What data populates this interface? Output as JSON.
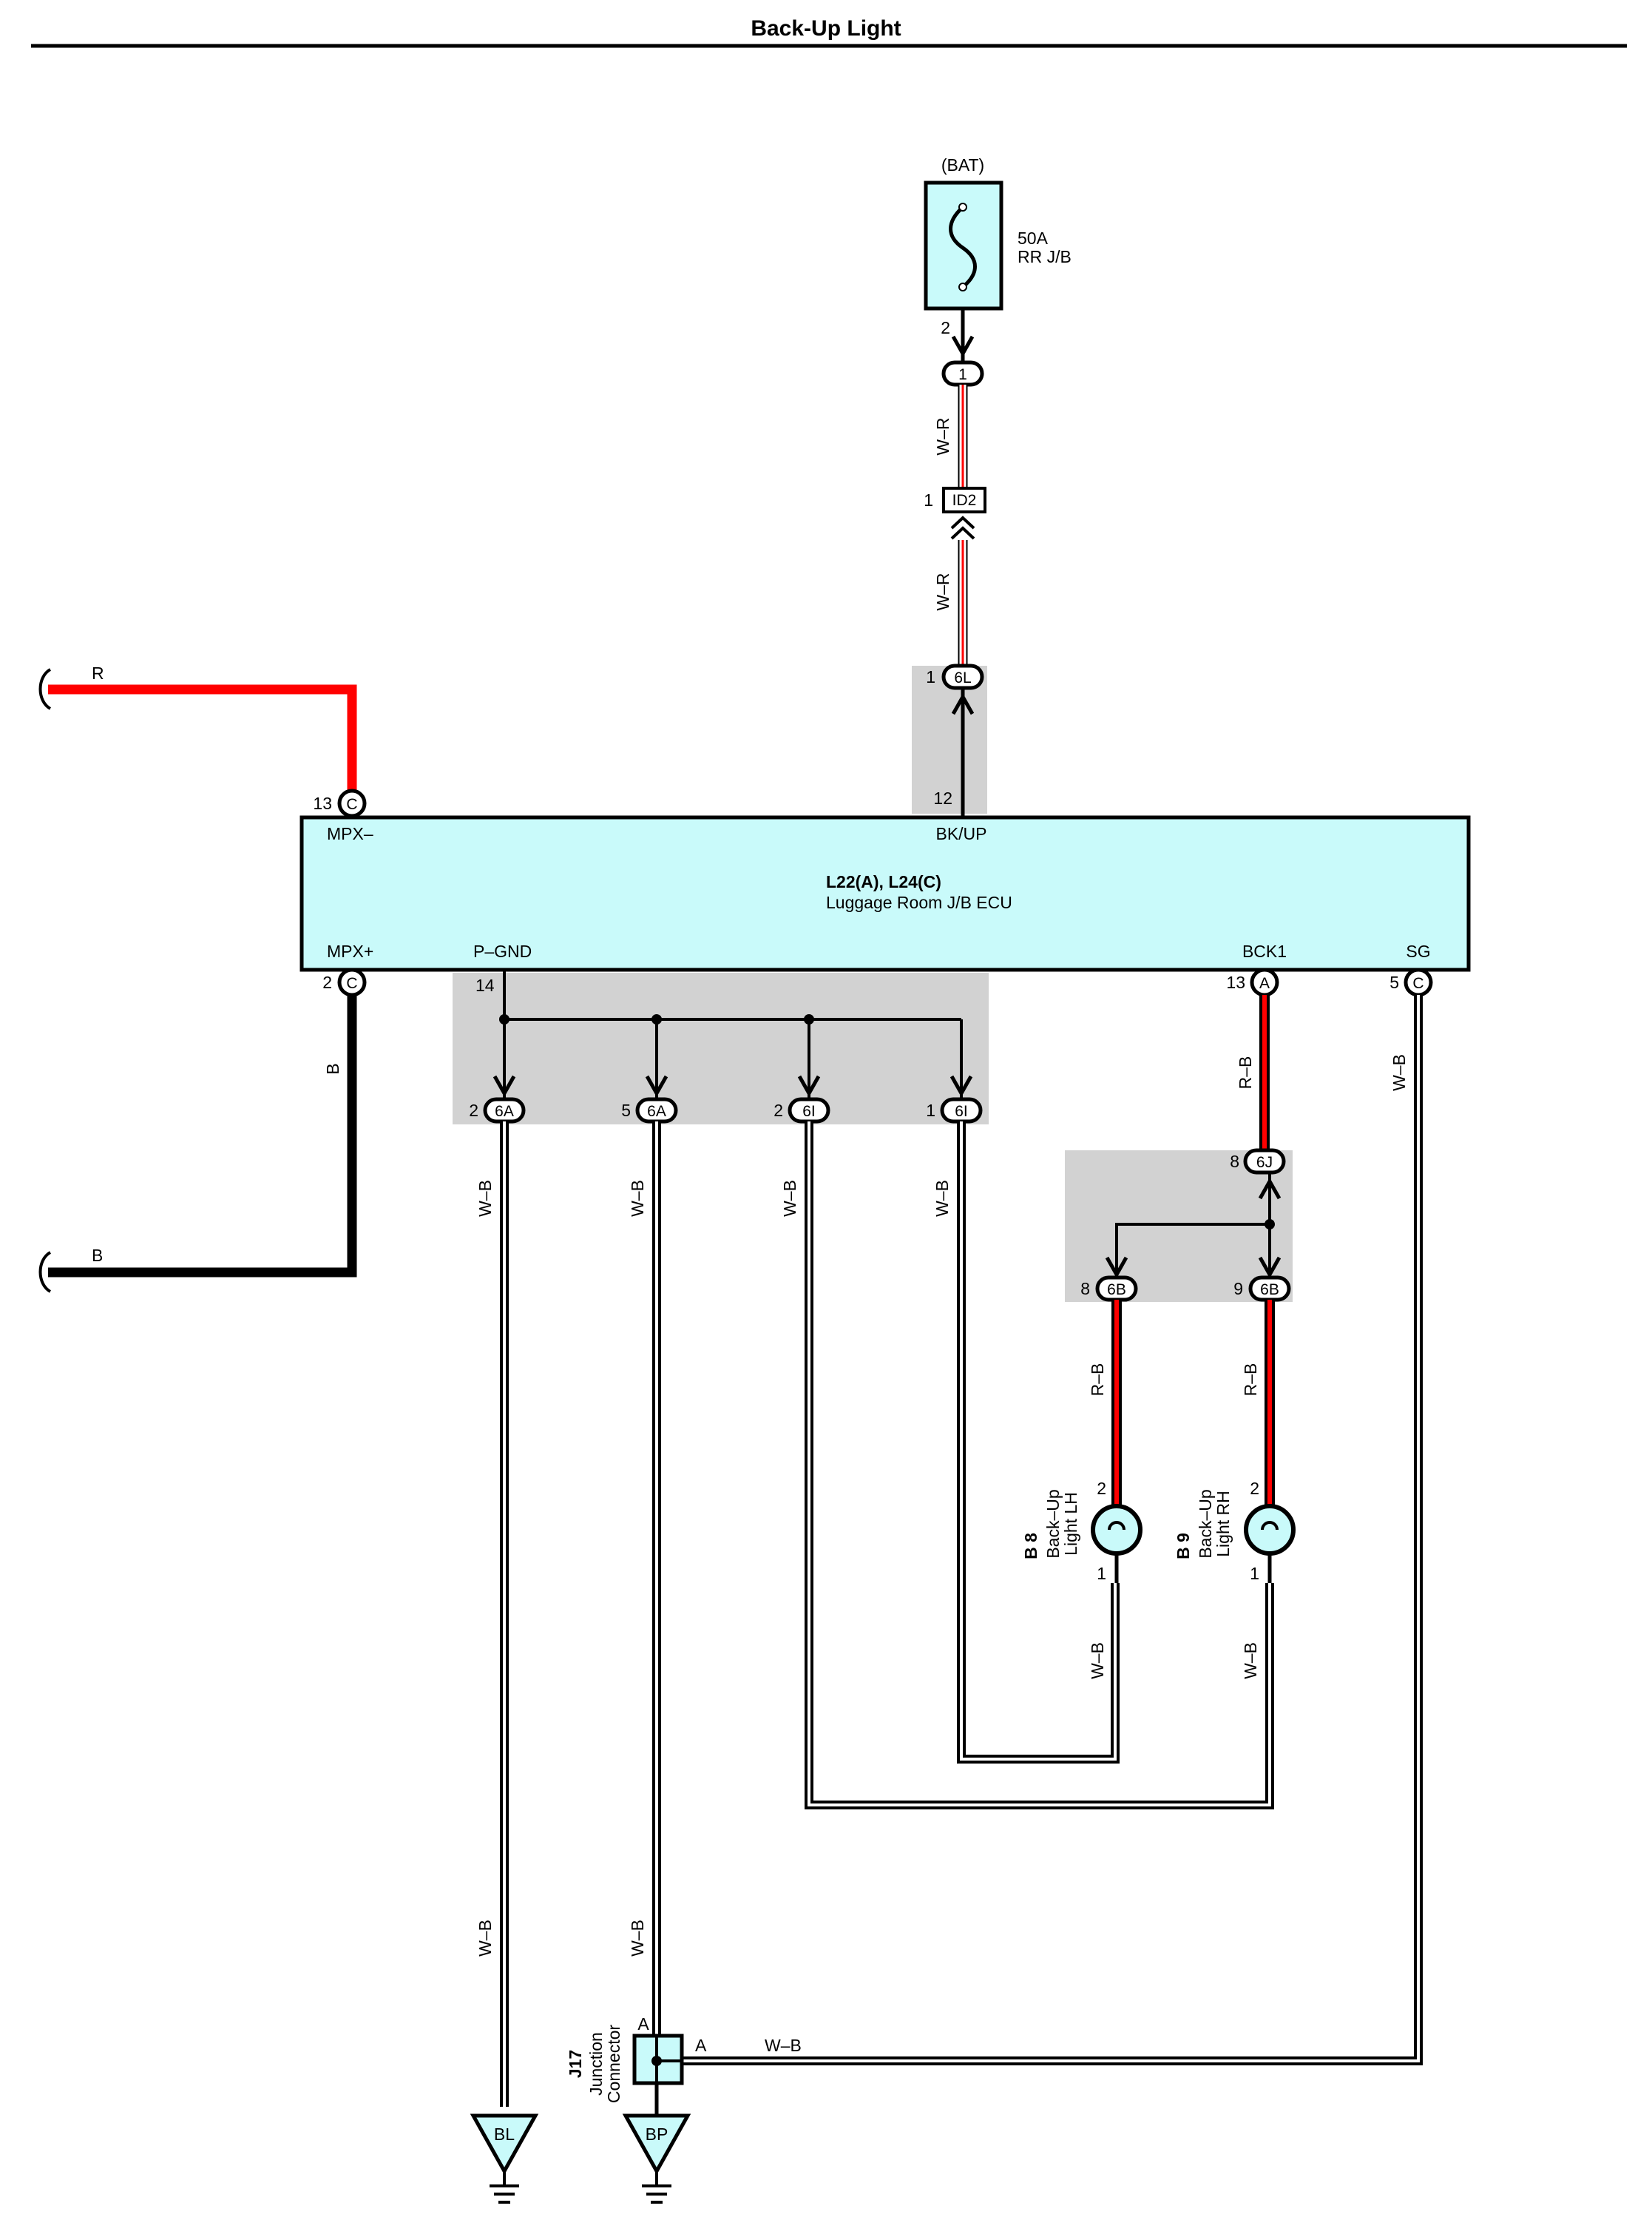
{
  "title": "Back-Up Light",
  "fuse": {
    "source": "(BAT)",
    "rating": "50A",
    "location": "RR J/B",
    "pin": "2",
    "connector": "1"
  },
  "id2": {
    "pin": "1",
    "label": "ID2"
  },
  "wires": {
    "w_r": "W–R",
    "r": "R",
    "b": "B",
    "w_b": "W–B",
    "r_b": "R–B"
  },
  "ecu": {
    "code": "L22(A), L24(C)",
    "name": "Luggage Room J/B ECU",
    "terminals": {
      "mpx_minus": "MPX–",
      "bk_up": "BK/UP",
      "mpx_plus": "MPX+",
      "p_gnd": "P–GND",
      "bck1": "BCK1",
      "sg": "SG"
    },
    "pins": {
      "mpx_minus": "13",
      "bk_up": "12",
      "mpx_plus": "2",
      "p_gnd": "14",
      "bck1": "13",
      "sg": "5"
    },
    "connector_letters": {
      "c": "C",
      "a": "A"
    }
  },
  "connectors": {
    "c6L": {
      "pin": "1",
      "label": "6L"
    },
    "c6A_1": {
      "pin": "2",
      "label": "6A"
    },
    "c6A_2": {
      "pin": "5",
      "label": "6A"
    },
    "c6I_1": {
      "pin": "2",
      "label": "6I"
    },
    "c6I_2": {
      "pin": "1",
      "label": "6I"
    },
    "c6J": {
      "pin": "8",
      "label": "6J"
    },
    "c6B_1": {
      "pin": "8",
      "label": "6B"
    },
    "c6B_2": {
      "pin": "9",
      "label": "6B"
    }
  },
  "lights": {
    "b8": {
      "code": "B 8",
      "name_1": "Back–Up",
      "name_2": "Light LH",
      "pin_top": "2",
      "pin_bottom": "1"
    },
    "b9": {
      "code": "B 9",
      "name_1": "Back–Up",
      "name_2": "Light RH",
      "pin_top": "2",
      "pin_bottom": "1"
    }
  },
  "junction": {
    "code": "J17",
    "name_1": "Junction",
    "name_2": "Connector",
    "pin_top": "A",
    "pin_right": "A"
  },
  "grounds": {
    "bl": "BL",
    "bp": "BP"
  },
  "colors": {
    "component_fill": "#c9fafa",
    "shade": "#d2d2d2",
    "red_wire": "#ff0000",
    "black_wire": "#000000"
  }
}
